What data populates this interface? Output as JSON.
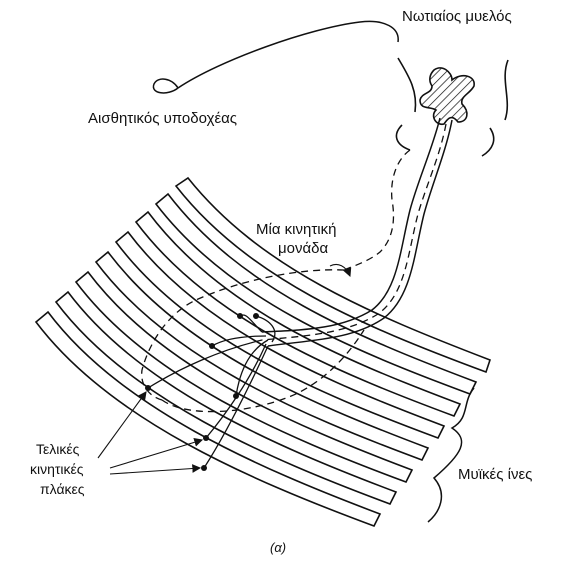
{
  "labels": {
    "spinal_cord": "Νωτιαίος μυελός",
    "sensory_receptor": "Αισθητικός υποδοχέας",
    "motor_unit_line1": "Μία κινητική",
    "motor_unit_line2": "μονάδα",
    "end_plates_line1": "Τελικές",
    "end_plates_line2": "κινητικές",
    "end_plates_line3": "πλάκες",
    "muscle_fibers": "Μυϊκές ίνες",
    "caption": "(α)"
  }
}
